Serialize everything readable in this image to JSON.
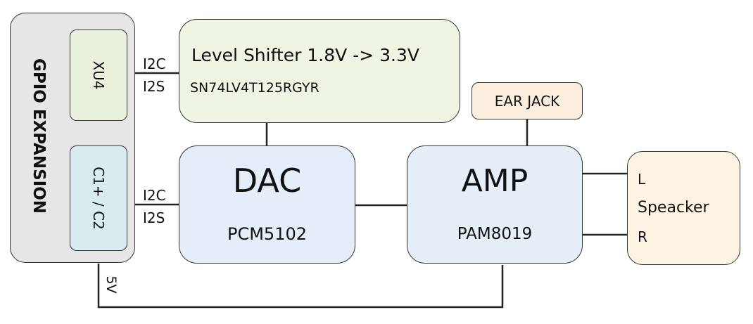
{
  "gpio": {
    "title": "GPIO EXPANSION",
    "upper_port": "XU4",
    "lower_port": "C1+ / C2",
    "power_label": "5V"
  },
  "bus_upper": {
    "line1": "I2C",
    "line2": "I2S"
  },
  "bus_lower": {
    "line1": "I2C",
    "line2": "I2S"
  },
  "level_shifter": {
    "title": "Level Shifter 1.8V -> 3.3V",
    "part": "SN74LV4T125RGYR"
  },
  "dac": {
    "title": "DAC",
    "part": "PCM5102"
  },
  "amp": {
    "title": "AMP",
    "part": "PAM8019"
  },
  "ear_jack": {
    "label": "EAR JACK"
  },
  "speaker": {
    "left": "L",
    "title": "Speacker",
    "right": "R"
  },
  "colors": {
    "gpio_bg": "#e6e6e6",
    "xu4_bg": "#eaf2de",
    "c1_bg": "#d8ecef",
    "level_shifter_bg": "#eef5e3",
    "dac_bg": "#e5eef8",
    "amp_bg": "#e6eef8",
    "ear_jack_bg": "#fbeede",
    "speaker_bg": "#fdf3e3"
  }
}
